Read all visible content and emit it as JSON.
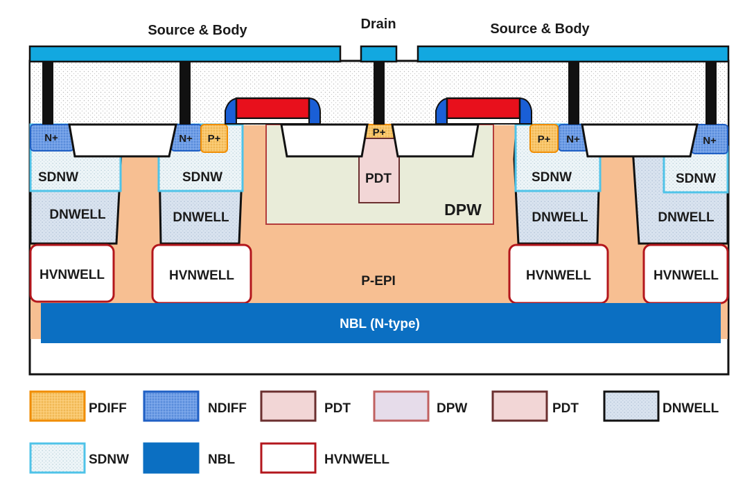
{
  "terminals": {
    "source_body_left": "Source & Body",
    "drain": "Drain",
    "source_body_right": "Source & Body"
  },
  "regions": {
    "n_plus": "N+",
    "p_plus": "P+",
    "sdnw": "SDNW",
    "dnwell": "DNWELL",
    "hvnwell": "HVNWELL",
    "pdt": "PDT",
    "dpw": "DPW",
    "p_epi": "P-EPI",
    "nbl": "NBL (N-type)"
  },
  "legend": [
    {
      "label": "PDIFF",
      "fill": "#f9c66a",
      "stroke": "#f08c00"
    },
    {
      "label": "NDIFF",
      "fill": "#6f9ee6",
      "stroke": "#1f5fc4"
    },
    {
      "label": "PDT",
      "fill": "#f2d6d6",
      "stroke": "#6b2f2f"
    },
    {
      "label": "DPW",
      "fill": "#e6dcea",
      "stroke": "#c06060"
    },
    {
      "label": "PDT",
      "fill": "#f2d6d6",
      "stroke": "#6b2f2f"
    },
    {
      "label": "DNWELL",
      "fill": "#d9e3ef",
      "stroke": "#111111"
    },
    {
      "label": "SDNW",
      "fill": "#e8f3f8",
      "stroke": "#4fc3e8"
    },
    {
      "label": "NBL",
      "fill": "#0b6fc2",
      "stroke": "#0b6fc2"
    },
    {
      "label": "HVNWELL",
      "fill": "#ffffff",
      "stroke": "#b3161c"
    }
  ],
  "colors": {
    "metal": "#12a8e0",
    "p_epi": "#f7bf92",
    "nbl": "#0b6fc2",
    "poly": "#e8101c",
    "spacer": "#1a5fd6",
    "hvnwell_border": "#b3161c"
  }
}
